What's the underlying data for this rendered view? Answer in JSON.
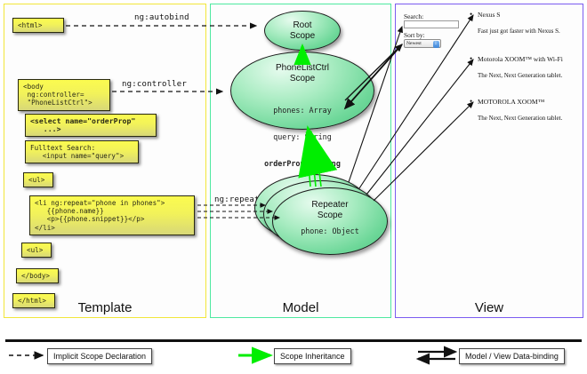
{
  "columns": [
    {
      "key": "template",
      "label": "Template",
      "border": "#f2e63a"
    },
    {
      "key": "model",
      "label": "Model",
      "border": "#4ee9a0"
    },
    {
      "key": "view",
      "label": "View",
      "border": "#7b5cf0"
    }
  ],
  "template": {
    "boxes": [
      {
        "name": "html-open-tag",
        "text": "<html>"
      },
      {
        "name": "body-controller-tag",
        "text": "<body\n ng:controller=\n \"PhoneListCtrl\">"
      },
      {
        "name": "select-orderprop-tag",
        "text": "<select name=\"orderProp\"\n   ...>"
      },
      {
        "name": "fulltext-search-input",
        "text": "Fulltext Search:\n   <input name=\"query\">"
      },
      {
        "name": "ul-open-tag",
        "text": "<ul>"
      },
      {
        "name": "li-ngrepeat-block",
        "text": "<li ng:repeat=\"phone in phones\">\n   {{phone.name}}\n   <p>{{phone.snippet}}</p>\n</li>"
      },
      {
        "name": "ul-close-tag",
        "text": "<ul>"
      },
      {
        "name": "body-close-tag",
        "text": "</body>"
      },
      {
        "name": "html-close-tag",
        "text": "</html>"
      }
    ]
  },
  "directive_labels": [
    {
      "name": "ng-autobind-label",
      "text": "ng:autobind"
    },
    {
      "name": "ng-controller-label",
      "text": "ng:controller"
    },
    {
      "name": "ng-repeat-label",
      "text": "ng:repeat"
    }
  ],
  "model": {
    "scopes": [
      {
        "name": "root-scope",
        "title": "Root\nScope",
        "props": ""
      },
      {
        "name": "phonelistctrl-scope",
        "title": "PhoneListCtrl\nScope",
        "props_plain": [
          "phones: Array",
          "query: String"
        ],
        "props_bold": [
          "orderProp: String"
        ]
      },
      {
        "name": "repeater-scope",
        "title": "Repeater\nScope",
        "props_plain": [
          "phone: Object"
        ],
        "props_bold": []
      }
    ]
  },
  "view": {
    "search_label": "Search:",
    "search_value": "",
    "sort_label": "Sort by:",
    "sort_selected": "Newest",
    "phones": [
      {
        "name": "Nexus S",
        "snippet": "Fast just got faster with Nexus S."
      },
      {
        "name": "Motorola XOOM™ with Wi-Fi",
        "snippet": "The Next, Next Generation tablet."
      },
      {
        "name": "MOTOROLA XOOM™",
        "snippet": "The Next, Next Generation tablet."
      }
    ]
  },
  "legend": [
    {
      "name": "legend-implicit-scope-declaration",
      "label": "Implicit Scope Declaration",
      "style": "dashed",
      "color": "#111111"
    },
    {
      "name": "legend-scope-inheritance",
      "label": "Scope Inheritance",
      "style": "solid",
      "color": "#00ee00"
    },
    {
      "name": "legend-model-view-databinding",
      "label": "Model / View Data-binding",
      "style": "double",
      "color": "#111111"
    }
  ]
}
